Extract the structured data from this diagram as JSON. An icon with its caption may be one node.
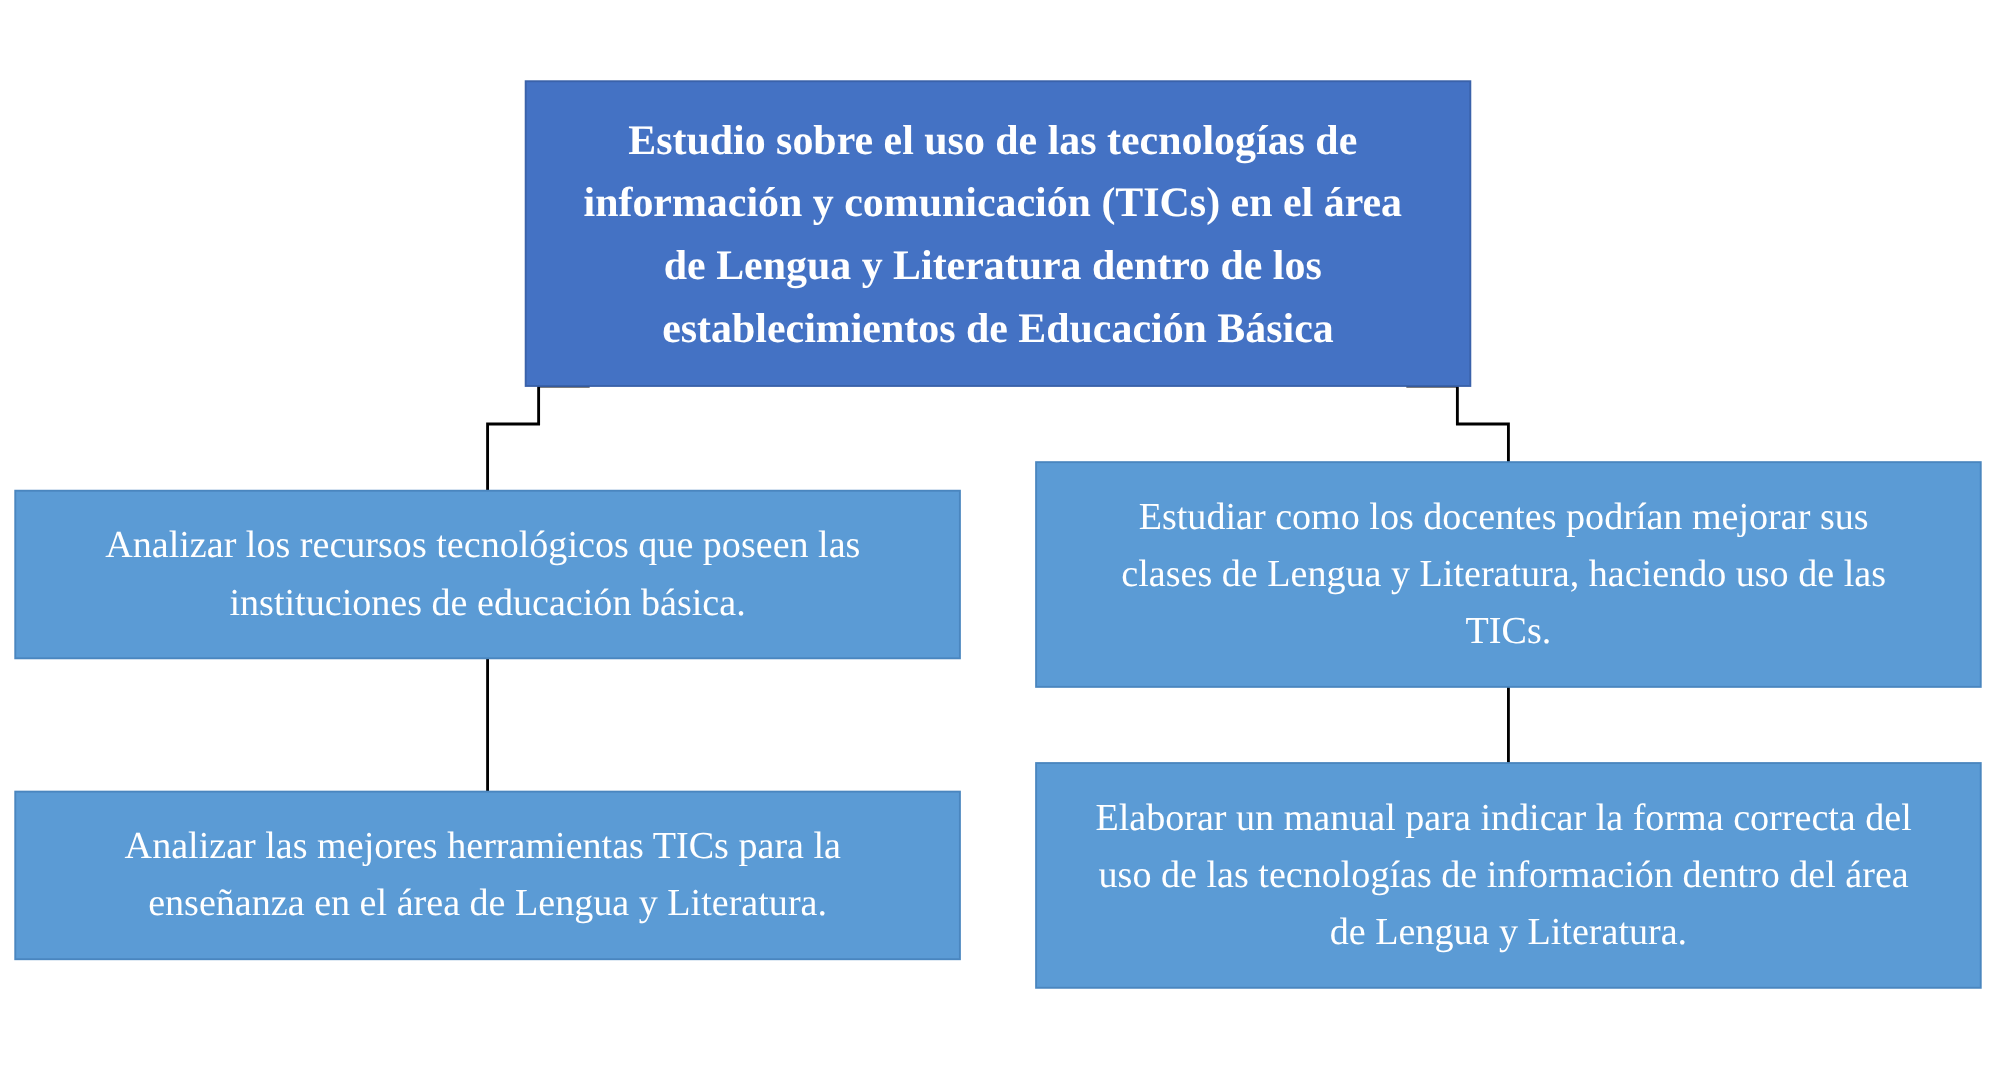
{
  "diagram": {
    "nodes": [
      {
        "text": [
          "Estudio sobre el uso de las tecnologías de información y comunicación (TICs) en el área de Lengua y Literatura dentro de los establecimientos de Educación Básica"
        ]
      },
      {
        "text": [
          "Analizar los recursos tecnológicos que poseen las instituciones de educación básica."
        ]
      },
      {
        "text": [
          "Estudiar como los docentes podrían mejorar sus clases de Lengua y Literatura, haciendo uso de las TICs."
        ]
      },
      {
        "text": [
          "Analizar las mejores herramientas TICs para la enseñanza en el área de Lengua y Literatura."
        ]
      },
      {
        "text": [
          "Elaborar un manual para indicar la forma correcta del uso de las tecnologías de información dentro del área de Lengua y Literatura."
        ]
      }
    ],
    "edges": [
      {
        "from": 0,
        "to": 1,
        "arrow": "none"
      },
      {
        "from": 0,
        "to": 2,
        "arrow": "none"
      },
      {
        "from": 1,
        "to": 3,
        "arrow": "none"
      },
      {
        "from": 2,
        "to": 4,
        "arrow": "none"
      }
    ]
  }
}
